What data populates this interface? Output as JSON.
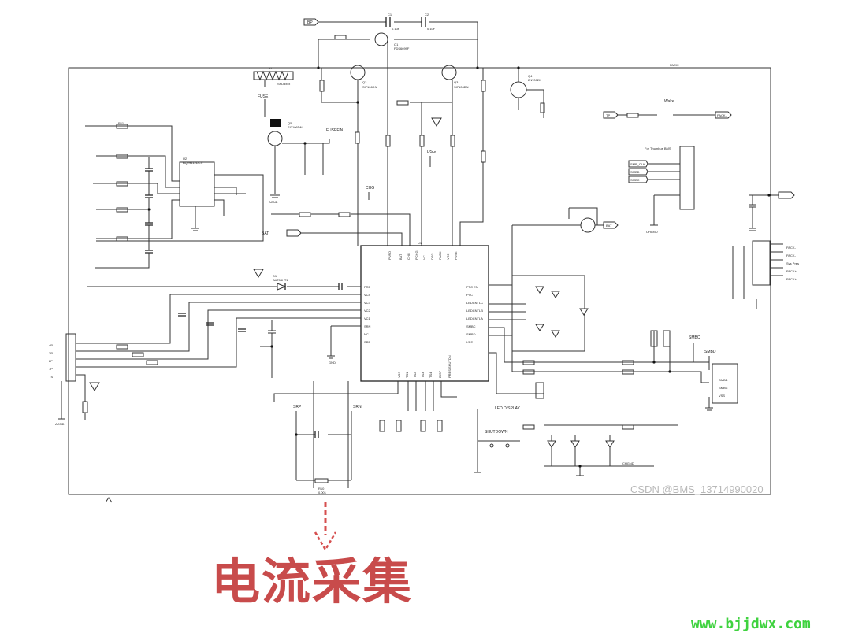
{
  "caption": "电流采集",
  "watermark": "CSDN @BMS_13714990020",
  "site": "www.bjjdwx.com",
  "labels": {
    "bp": "BP",
    "pack_plus": "PACK+",
    "fuse": "FUSE",
    "fusefin": "FUSEFIN",
    "chg": "CHG",
    "dsg": "DSG",
    "bat": "BAT",
    "bat_net": "BAT",
    "tp": "TP",
    "pack_n": "PACK-",
    "ac_in": "Wake",
    "srp": "SRP",
    "srn": "SRN",
    "shutdown": "SHUTDOWN",
    "led_display": "LED DISPLAY",
    "smbc": "SMBC",
    "smbd": "SMBD",
    "thermistor_header": "For Thumbus BMS",
    "agnd": "AGND",
    "gnd": "GND",
    "gndd": "CHGND",
    "r10": "R10",
    "r10_val": "0.001",
    "c1": "C1",
    "c1_val": "0.1uF",
    "c2": "C2",
    "c2_val": "0.1uF",
    "q1": "Q1",
    "q1_part": "FDS6699F",
    "q2": "Q2",
    "q2_part": "SI7106DN",
    "q3": "Q3",
    "q3_part": "SI7106DN",
    "q4": "Q4",
    "q4_part": "2N7002K",
    "q5": "Q5",
    "q5_part": "SI7106DN",
    "u2": "U2",
    "u2_part": "BQ29412DCT",
    "f1": "F1",
    "f1_part": "SFD3xxx",
    "u1": "U1",
    "d1": "D1",
    "d1_part": "BAT54HT1",
    "pack_pins": [
      "PACK-",
      "PACK-",
      "Sys Pres",
      "PACK+",
      "PACK+"
    ],
    "smb_pins": [
      "SMBD",
      "SMBC",
      "VSS"
    ],
    "conn_pins": [
      "4P",
      "3P",
      "2P",
      "1P",
      "TS"
    ],
    "u1_left": [
      "PRE",
      "VC4",
      "VC3",
      "VC2",
      "VC1",
      "SRN",
      "NC",
      "SRP"
    ],
    "u1_right": [
      "PTC EN",
      "PTC",
      "LEDCNTLC",
      "LEDCNTLB",
      "LEDCNTLA",
      "SMBC",
      "SMBD",
      "VSS"
    ],
    "u1_top": [
      "PUPD",
      "BAT",
      "CHG",
      "PCHG",
      "NC",
      "DSG",
      "PACK",
      "VCC",
      "FUSE"
    ],
    "u1_bottom": [
      "VSS",
      "TS1",
      "TS2",
      "TS3",
      "TS4",
      "DISP",
      "PRES/SHUTDN"
    ],
    "thermistor_pins": [
      "SMB_CLK",
      "SMBD",
      "SMBC",
      "CHGND"
    ]
  }
}
